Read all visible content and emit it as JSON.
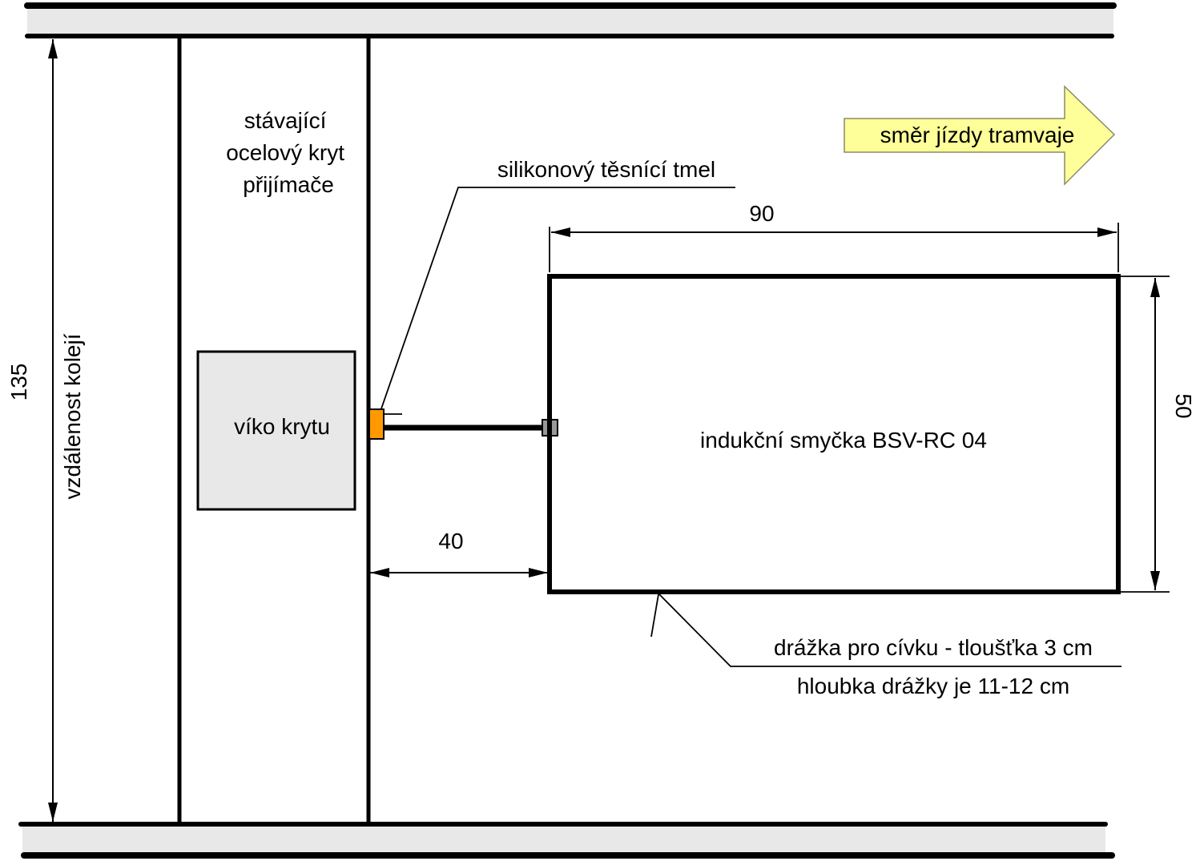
{
  "colors": {
    "rail_fill": "#e8e8e8",
    "lid_fill": "#e8e8e8",
    "sealant": "#ff9900",
    "connector": "#999999",
    "arrow_fill": "#ffff99",
    "stroke": "#000000"
  },
  "labels": {
    "existing_cover": [
      "stávající",
      "ocelový kryt",
      "přijímače"
    ],
    "lid": "víko krytu",
    "sealant": "silikonový těsnící tmel",
    "loop": "indukční smyčka BSV-RC 04",
    "groove_line1": "drážka pro cívku - tloušťka 3 cm",
    "groove_line2": "hloubka drážky je 11-12 cm",
    "direction": "směr jízdy tramvaje",
    "track_distance": "vzdálenost kolejí"
  },
  "dimensions": {
    "track_gauge": "135",
    "loop_length": "90",
    "loop_width": "50",
    "offset": "40"
  },
  "icons": [
    "direction-arrow-icon",
    "dimension-arrow-icon"
  ]
}
